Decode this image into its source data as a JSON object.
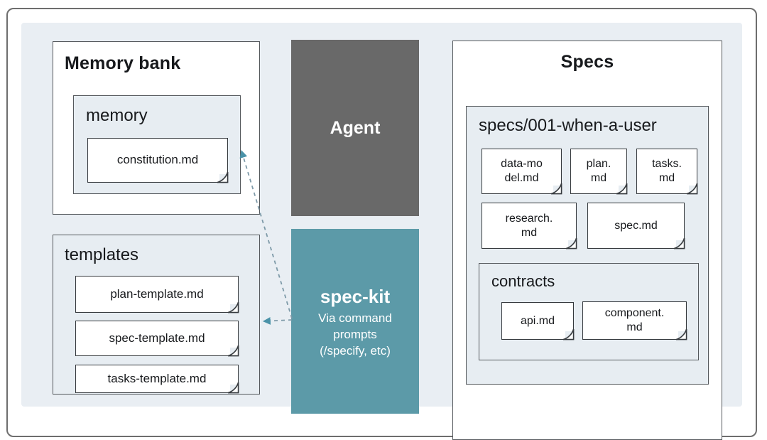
{
  "colors": {
    "panel_bg": "#e9eef3",
    "folder_bg": "#e7edf2",
    "agent_gray": "#696969",
    "spec_kit_teal": "#5c9aa8",
    "box_border": "#54585c",
    "card_border": "#35393d",
    "arrow_line": "#7e9aa8",
    "arrow_head": "#4a92a8"
  },
  "memory_bank": {
    "title": "Memory bank",
    "memory_folder": {
      "label": "memory",
      "file": "constitution.md"
    }
  },
  "templates": {
    "label": "templates",
    "files": [
      "plan-template.md",
      "spec-template.md",
      "tasks-template.md"
    ]
  },
  "agent": {
    "label": "Agent"
  },
  "spec_kit": {
    "title": "spec-kit",
    "subtitle": "Via command\nprompts\n(/specify, etc)"
  },
  "specs": {
    "title": "Specs",
    "feature_folder": {
      "label": "specs/001-when-a-user",
      "files_row1": [
        "data-mo\ndel.md",
        "plan.\nmd",
        "tasks.\nmd"
      ],
      "files_row2": [
        "research.\nmd",
        "spec.md"
      ],
      "contracts": {
        "label": "contracts",
        "files": [
          "api.md",
          "component.\nmd"
        ]
      }
    }
  },
  "arrows": [
    {
      "from": "spec-kit",
      "to": "templates",
      "style": "dashed"
    },
    {
      "from": "spec-kit",
      "to": "constitution.md",
      "style": "dashed"
    }
  ]
}
